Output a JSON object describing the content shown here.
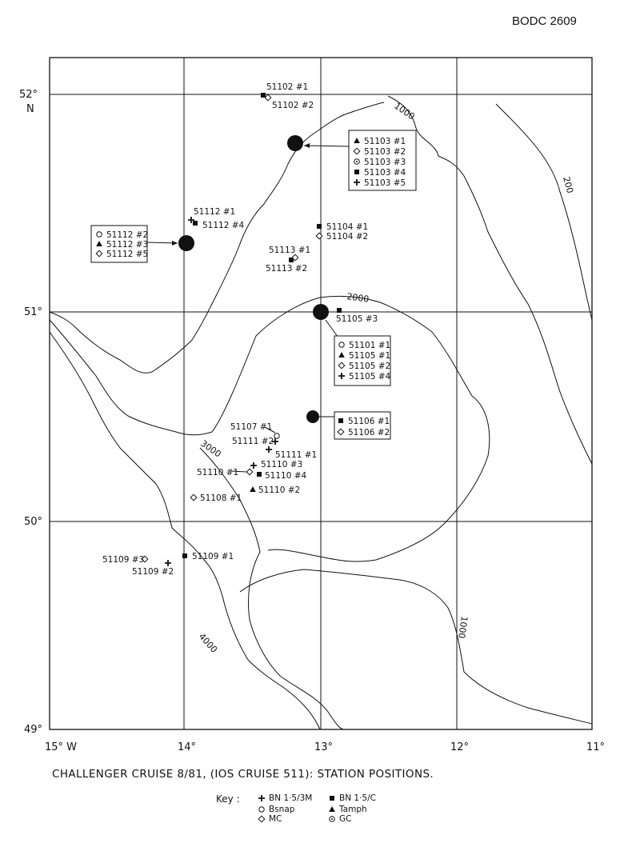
{
  "document_id": "BODC 2609",
  "caption": "CHALLENGER CRUISE 8/81, (IOS CRUISE 511): STATION POSITIONS.",
  "axes": {
    "lon_ticks": [
      "15° W",
      "14°",
      "13°",
      "12°",
      "11°"
    ],
    "lat_ticks": [
      "52°",
      "51°",
      "50°",
      "49°"
    ],
    "lat_hemisphere": "N"
  },
  "contour_labels": [
    "1000",
    "200",
    "2000",
    "3000",
    "4000",
    "1000"
  ],
  "station_labels": {
    "s51102_1": "51102 #1",
    "s51102_2": "51102 #2",
    "s51112_1": "51112 #1",
    "s51112_4": "51112 #4",
    "s51104_1": "51104 #1",
    "s51104_2": "51104 #2",
    "s51113_1": "51113 #1",
    "s51113_2": "51113 #2",
    "s51105_3": "51105 #3",
    "s51107_1": "51107 #1",
    "s51111_2": "51111 #2",
    "s51111_1": "51111 #1",
    "s51110_3": "51110 #3",
    "s51110_1": "51110 #1",
    "s51110_4": "51110 #4",
    "s51110_2": "51110 #2",
    "s51108_1": "51108 #1",
    "s51109_3": "51109 #3",
    "s51109_2": "51109 #2",
    "s51109_1": "51109 #1"
  },
  "boxes": {
    "b51103": [
      "51103 #1",
      "51103 #2",
      "51103 #3",
      "51103 #4",
      "51103 #5"
    ],
    "b51112": [
      "51112 #2",
      "51112 #3",
      "51112 #5"
    ],
    "b51105": [
      "51101 #1",
      "51105 #1",
      "51105 #2",
      "51105 #4"
    ],
    "b51106": [
      "51106 #1",
      "51106 #2"
    ]
  },
  "key": {
    "title": "Key :",
    "items": [
      {
        "symbol": "plus",
        "label": "BN 1·5/3M"
      },
      {
        "symbol": "circle",
        "label": "Bsnap"
      },
      {
        "symbol": "diamond",
        "label": "MC"
      },
      {
        "symbol": "square",
        "label": "BN 1·5/C"
      },
      {
        "symbol": "triangle",
        "label": "Tamph"
      },
      {
        "symbol": "circle-dot",
        "label": "GC"
      }
    ]
  }
}
